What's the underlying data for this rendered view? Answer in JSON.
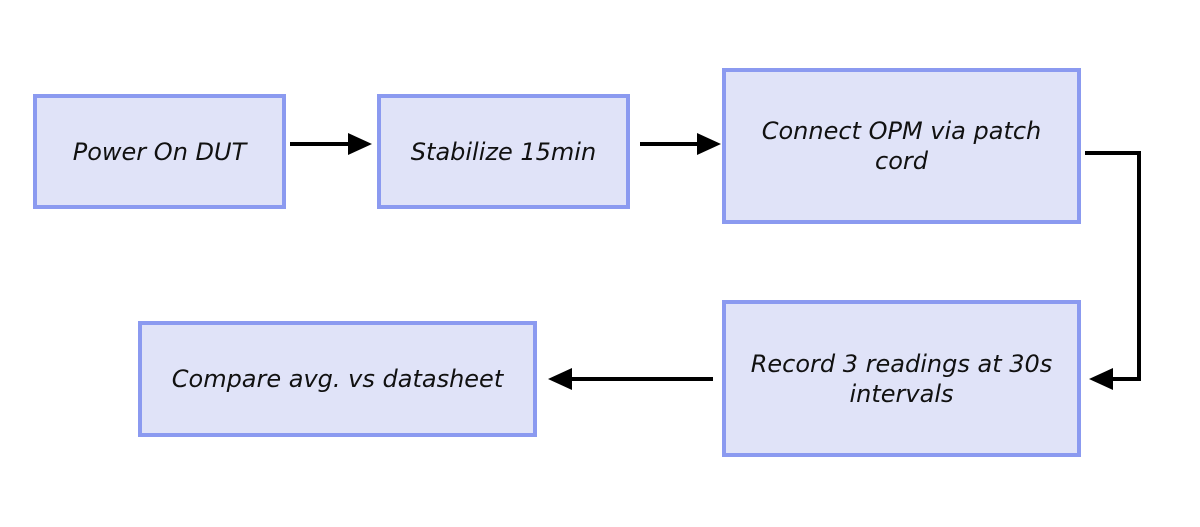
{
  "diagram": {
    "type": "flowchart",
    "colors": {
      "node_fill": "#e0e3f8",
      "node_border": "#8b9af0",
      "edge": "#000000",
      "text": "#111111"
    },
    "nodes": {
      "power_on": "Power On DUT",
      "stabilize": "Stabilize 15min",
      "connect_opm": "Connect OPM via patch cord",
      "record": "Record 3 readings at 30s intervals",
      "compare": "Compare avg. vs datasheet"
    },
    "edges": [
      {
        "from": "power_on",
        "to": "stabilize"
      },
      {
        "from": "stabilize",
        "to": "connect_opm"
      },
      {
        "from": "connect_opm",
        "to": "record"
      },
      {
        "from": "record",
        "to": "compare"
      }
    ]
  }
}
